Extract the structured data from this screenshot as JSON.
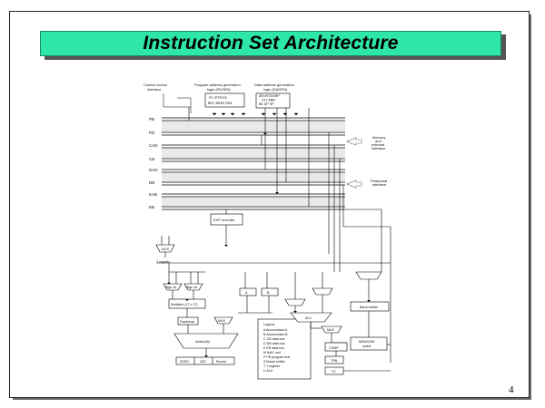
{
  "title": "Instruction Set Architecture",
  "page_number": "4",
  "diagram": {
    "top_labels": {
      "control": [
        "Control  control",
        "interface"
      ],
      "program_addr": [
        "Program address generation",
        "logic (PAGEN)"
      ],
      "data_addr": [
        "Data address generation",
        "logic (DAGEN)"
      ],
      "pagen_regs": [
        "PC  IPTR  RC",
        "BRC  BRAF  REA"
      ],
      "dagen_regs": [
        "ARx/ST0/ARP",
        "ST1 ARB",
        "BK  DP  SP"
      ]
    },
    "buses": [
      "PB",
      "PD",
      "CAD",
      "CB",
      "DAD",
      "DB",
      "EAB",
      "EB"
    ],
    "right_labels": {
      "memory": [
        "Memory",
        "and",
        "external",
        "interface"
      ],
      "peripheral": [
        "Peripheral",
        "interface"
      ]
    },
    "exp_encoder": "EXP encoder",
    "blocks": {
      "mux_t": "MUX",
      "t_register": "T register",
      "sign_ctr": [
        "Sign ctr",
        "Sign ctr"
      ],
      "multiplier": "Multiplier (17 x 17)",
      "fractional": "Fractional",
      "adder": "Adder(40)",
      "zero": "ZERO",
      "sat": "SAT",
      "round": "Round",
      "alu": "ALU",
      "barrel_shifter": "Barrel shifter",
      "msw_lsw": [
        "MSW/LSW",
        "select"
      ],
      "comp": "COMP",
      "trn": "TRN",
      "tc": "TC",
      "acc_a": "A",
      "acc_b": "B"
    },
    "legend": {
      "title": "Legend:",
      "items": [
        "A  Accumulator A",
        "B  Accumulator B",
        "C  CB data bus",
        "D  DB data bus",
        "E  EB data bus",
        "M  MAC unit",
        "P  PB program bus",
        "S  Barrel shifter",
        "T  T register",
        "U  ALU"
      ]
    }
  }
}
